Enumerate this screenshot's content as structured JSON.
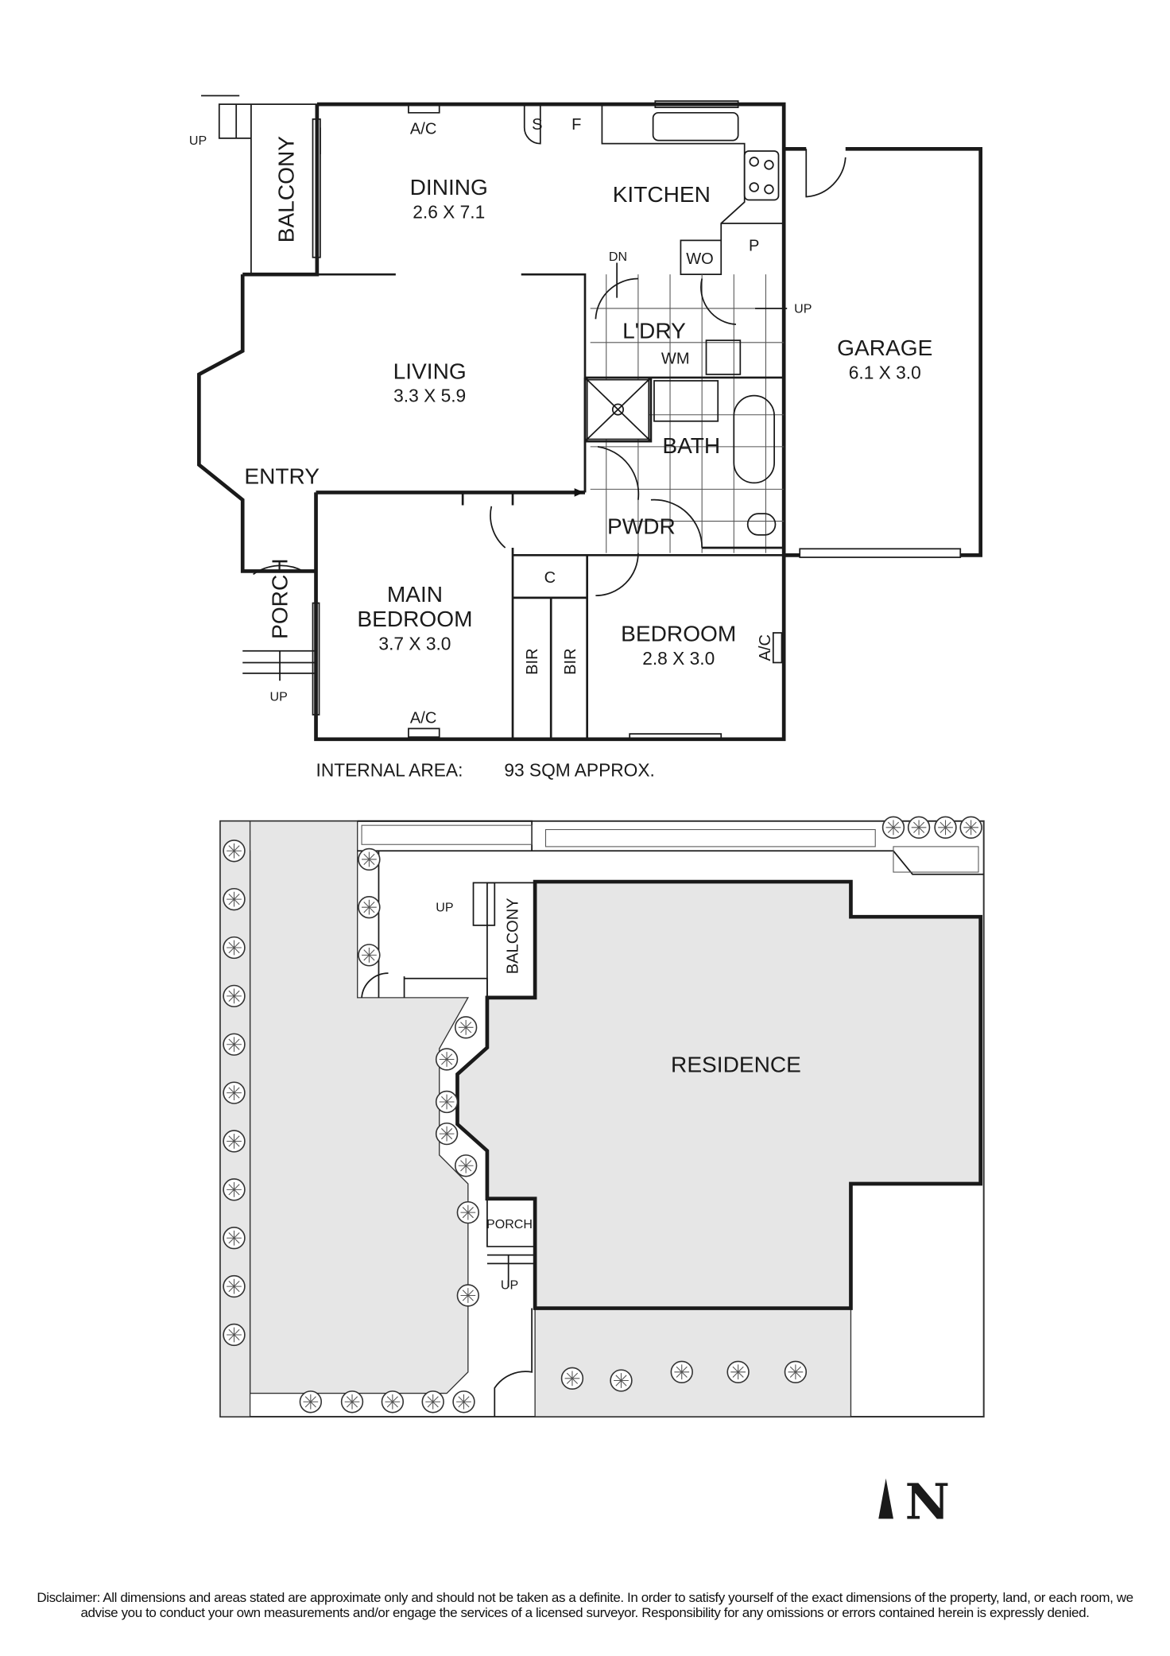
{
  "floorplan": {
    "rooms": {
      "dining": {
        "name": "DINING",
        "dims": "2.6 X 7.1"
      },
      "kitchen": {
        "name": "KITCHEN"
      },
      "living": {
        "name": "LIVING",
        "dims": "3.3 X 5.9"
      },
      "garage": {
        "name": "GARAGE",
        "dims": "6.1 X 3.0"
      },
      "main_bedroom": {
        "name1": "MAIN",
        "name2": "BEDROOM",
        "dims": "3.7 X 3.0"
      },
      "bedroom": {
        "name": "BEDROOM",
        "dims": "2.8 X 3.0"
      },
      "balcony": "BALCONY",
      "porch": "PORCH",
      "entry": "ENTRY",
      "laundry": "L'DRY",
      "bath": "BATH",
      "powder": "PWDR"
    },
    "fixtures": {
      "ac": "A/C",
      "s": "S",
      "f": "F",
      "wo": "WO",
      "p": "P",
      "wm": "WM",
      "c": "C",
      "bir": "BIR"
    },
    "stairs": {
      "up": "UP",
      "dn": "DN"
    },
    "area_label": "INTERNAL AREA:",
    "area_value": "93 SQM APPROX."
  },
  "siteplan": {
    "residence": "RESIDENCE",
    "balcony": "BALCONY",
    "porch": "PORCH",
    "up": "UP"
  },
  "compass": {
    "letter": "N"
  },
  "disclaimer": "Disclaimer: All dimensions and areas stated are approximate only and should not be taken as a definite. In order to satisfy yourself of the exact dimensions of the property, land, or each room, we advise you to conduct your own measurements and/or engage the services of a licensed surveyor. Responsibility for any omissions or errors contained herein is expressly denied."
}
